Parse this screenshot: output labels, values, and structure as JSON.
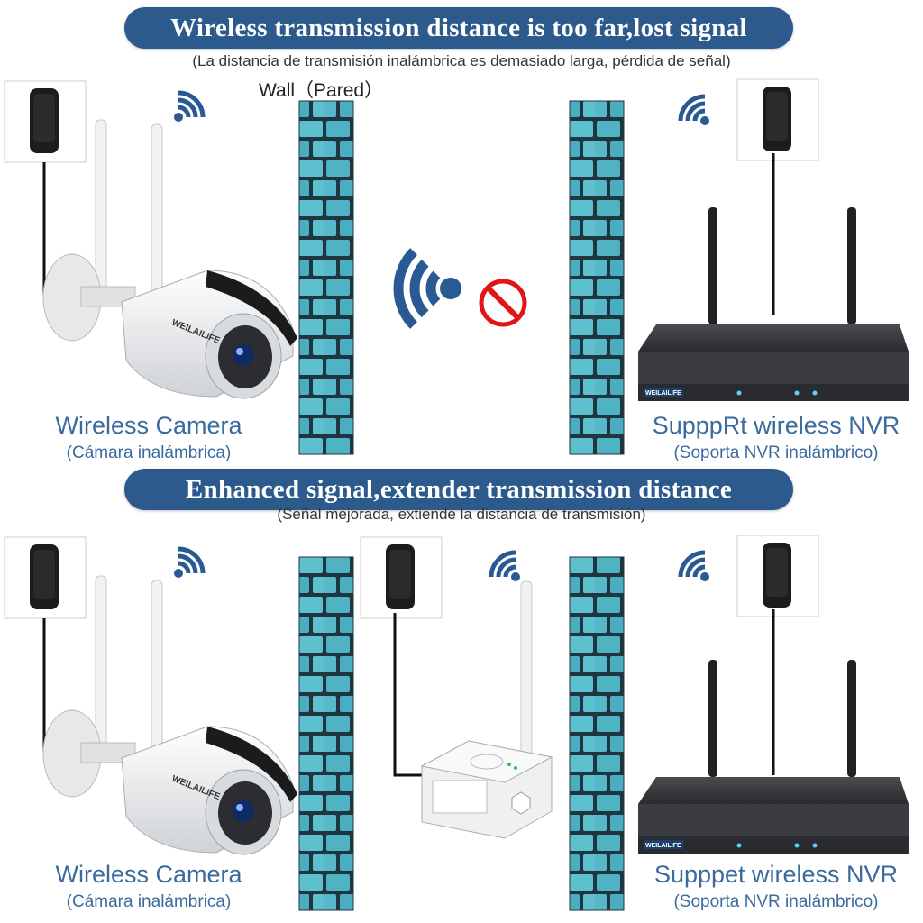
{
  "top": {
    "banner": "Wireless transmission distance is too far,lost signal",
    "subtitle": "(La distancia de transmisión inalámbrica es demasiado larga, pérdida de señal)",
    "wall_label": "Wall（Pared）",
    "camera_label": "Wireless Camera",
    "camera_label_es": "(Cámara inalámbrica)",
    "nvr_label": "SupppRt wireless NVR",
    "nvr_label_es": "(Soporta NVR inalámbrico)"
  },
  "bottom": {
    "banner": "Enhanced signal,extender transmission distance",
    "subtitle": "(Señal mejorada, extiende la distancia de transmisión)",
    "camera_label": "Wireless Camera",
    "camera_label_es": "(Cámara inalámbrica)",
    "nvr_label": "Supppet wireless NVR",
    "nvr_label_es": "(Soporta NVR inalámbrico)"
  },
  "brand": "WEILAILIFE",
  "colors": {
    "banner": "#2c5a8c",
    "brick": "#4fb3c4",
    "mortar": "#1f3540",
    "wifi": "#2a5a94",
    "label": "#3b6a9e"
  }
}
